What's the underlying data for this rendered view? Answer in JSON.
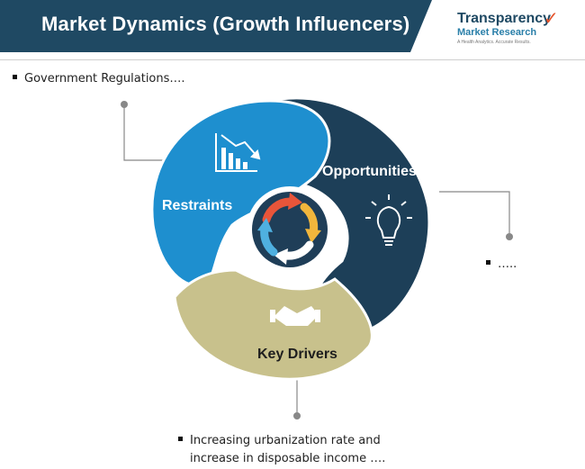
{
  "header": {
    "title": "Market Dynamics (Growth Influencers)"
  },
  "logo": {
    "name": "Transparency",
    "sub": "Market Research",
    "tagline": "A Health Analytics. Accurate Results."
  },
  "segments": {
    "restraints": {
      "label": "Restraints",
      "icon": "declining-chart-icon",
      "color": "#1e8fcf"
    },
    "opportunities": {
      "label": "Opportunities",
      "icon": "lightbulb-icon",
      "color": "#1d3f58"
    },
    "drivers": {
      "label": "Key Drivers",
      "icon": "handshake-icon",
      "color": "#c8c18c"
    }
  },
  "center_icon": "cycle-arrows-icon",
  "callouts": {
    "restraints": "Government Regulations….",
    "opportunities": "…..",
    "drivers_line1": "Increasing urbanization rate and",
    "drivers_line2": "increase in disposable income …."
  }
}
